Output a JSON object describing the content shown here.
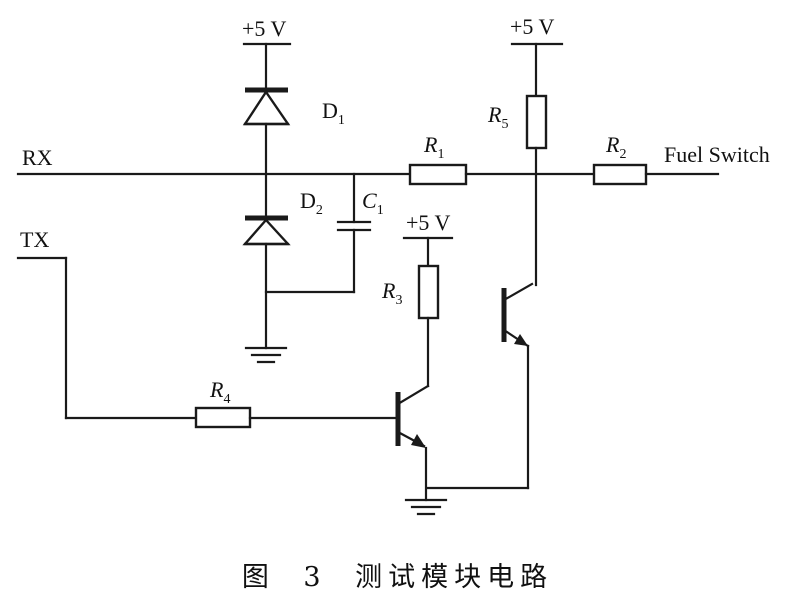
{
  "diagram": {
    "supply_label": "+5 V",
    "rx_label": "RX",
    "tx_label": "TX",
    "fuel_switch_label": "Fuel Switch",
    "d1": {
      "letter": "D",
      "sub": "1"
    },
    "d2": {
      "letter": "D",
      "sub": "2"
    },
    "c1": {
      "letter": "C",
      "sub": "1"
    },
    "r1": {
      "letter": "R",
      "sub": "1"
    },
    "r2": {
      "letter": "R",
      "sub": "2"
    },
    "r3": {
      "letter": "R",
      "sub": "3"
    },
    "r4": {
      "letter": "R",
      "sub": "4"
    },
    "r5": {
      "letter": "R",
      "sub": "5"
    }
  },
  "caption": {
    "text": "图 3  测试模块电路"
  }
}
